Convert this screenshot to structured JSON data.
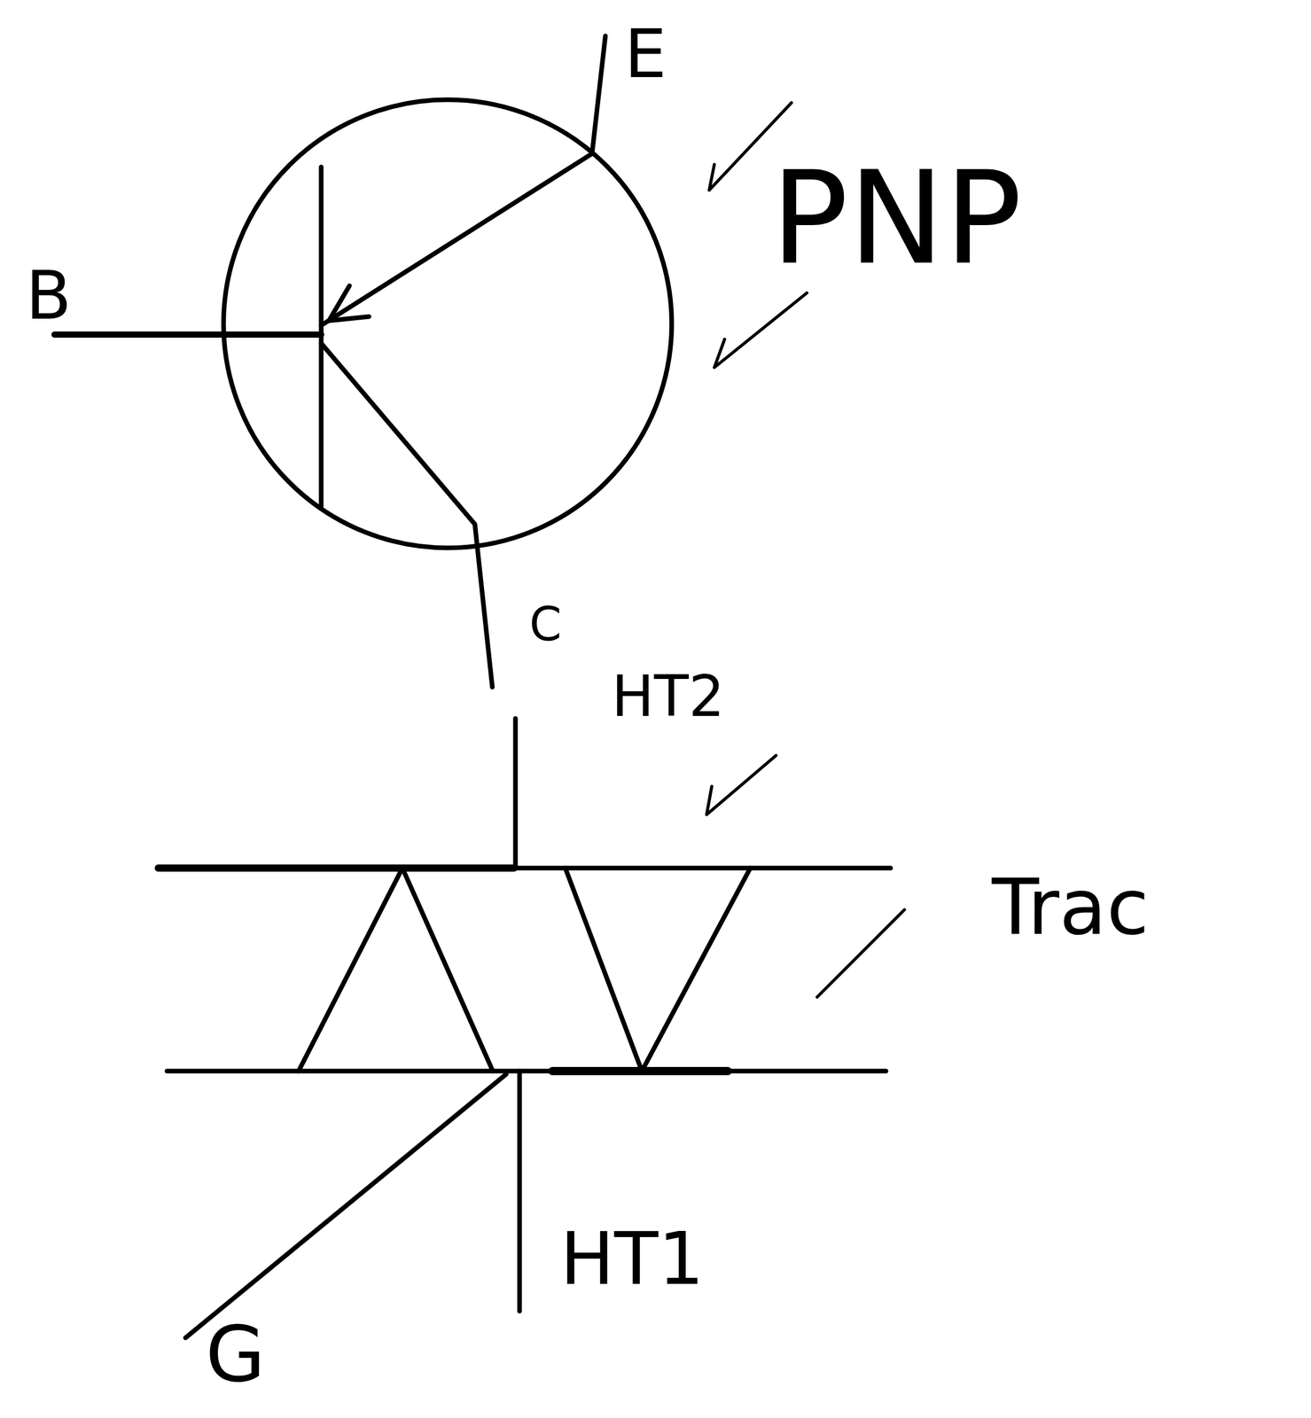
{
  "diagram": {
    "labels": [
      "E",
      "PNP",
      "B",
      "C",
      "HT2",
      "Trac",
      "HT1",
      "G"
    ]
  }
}
